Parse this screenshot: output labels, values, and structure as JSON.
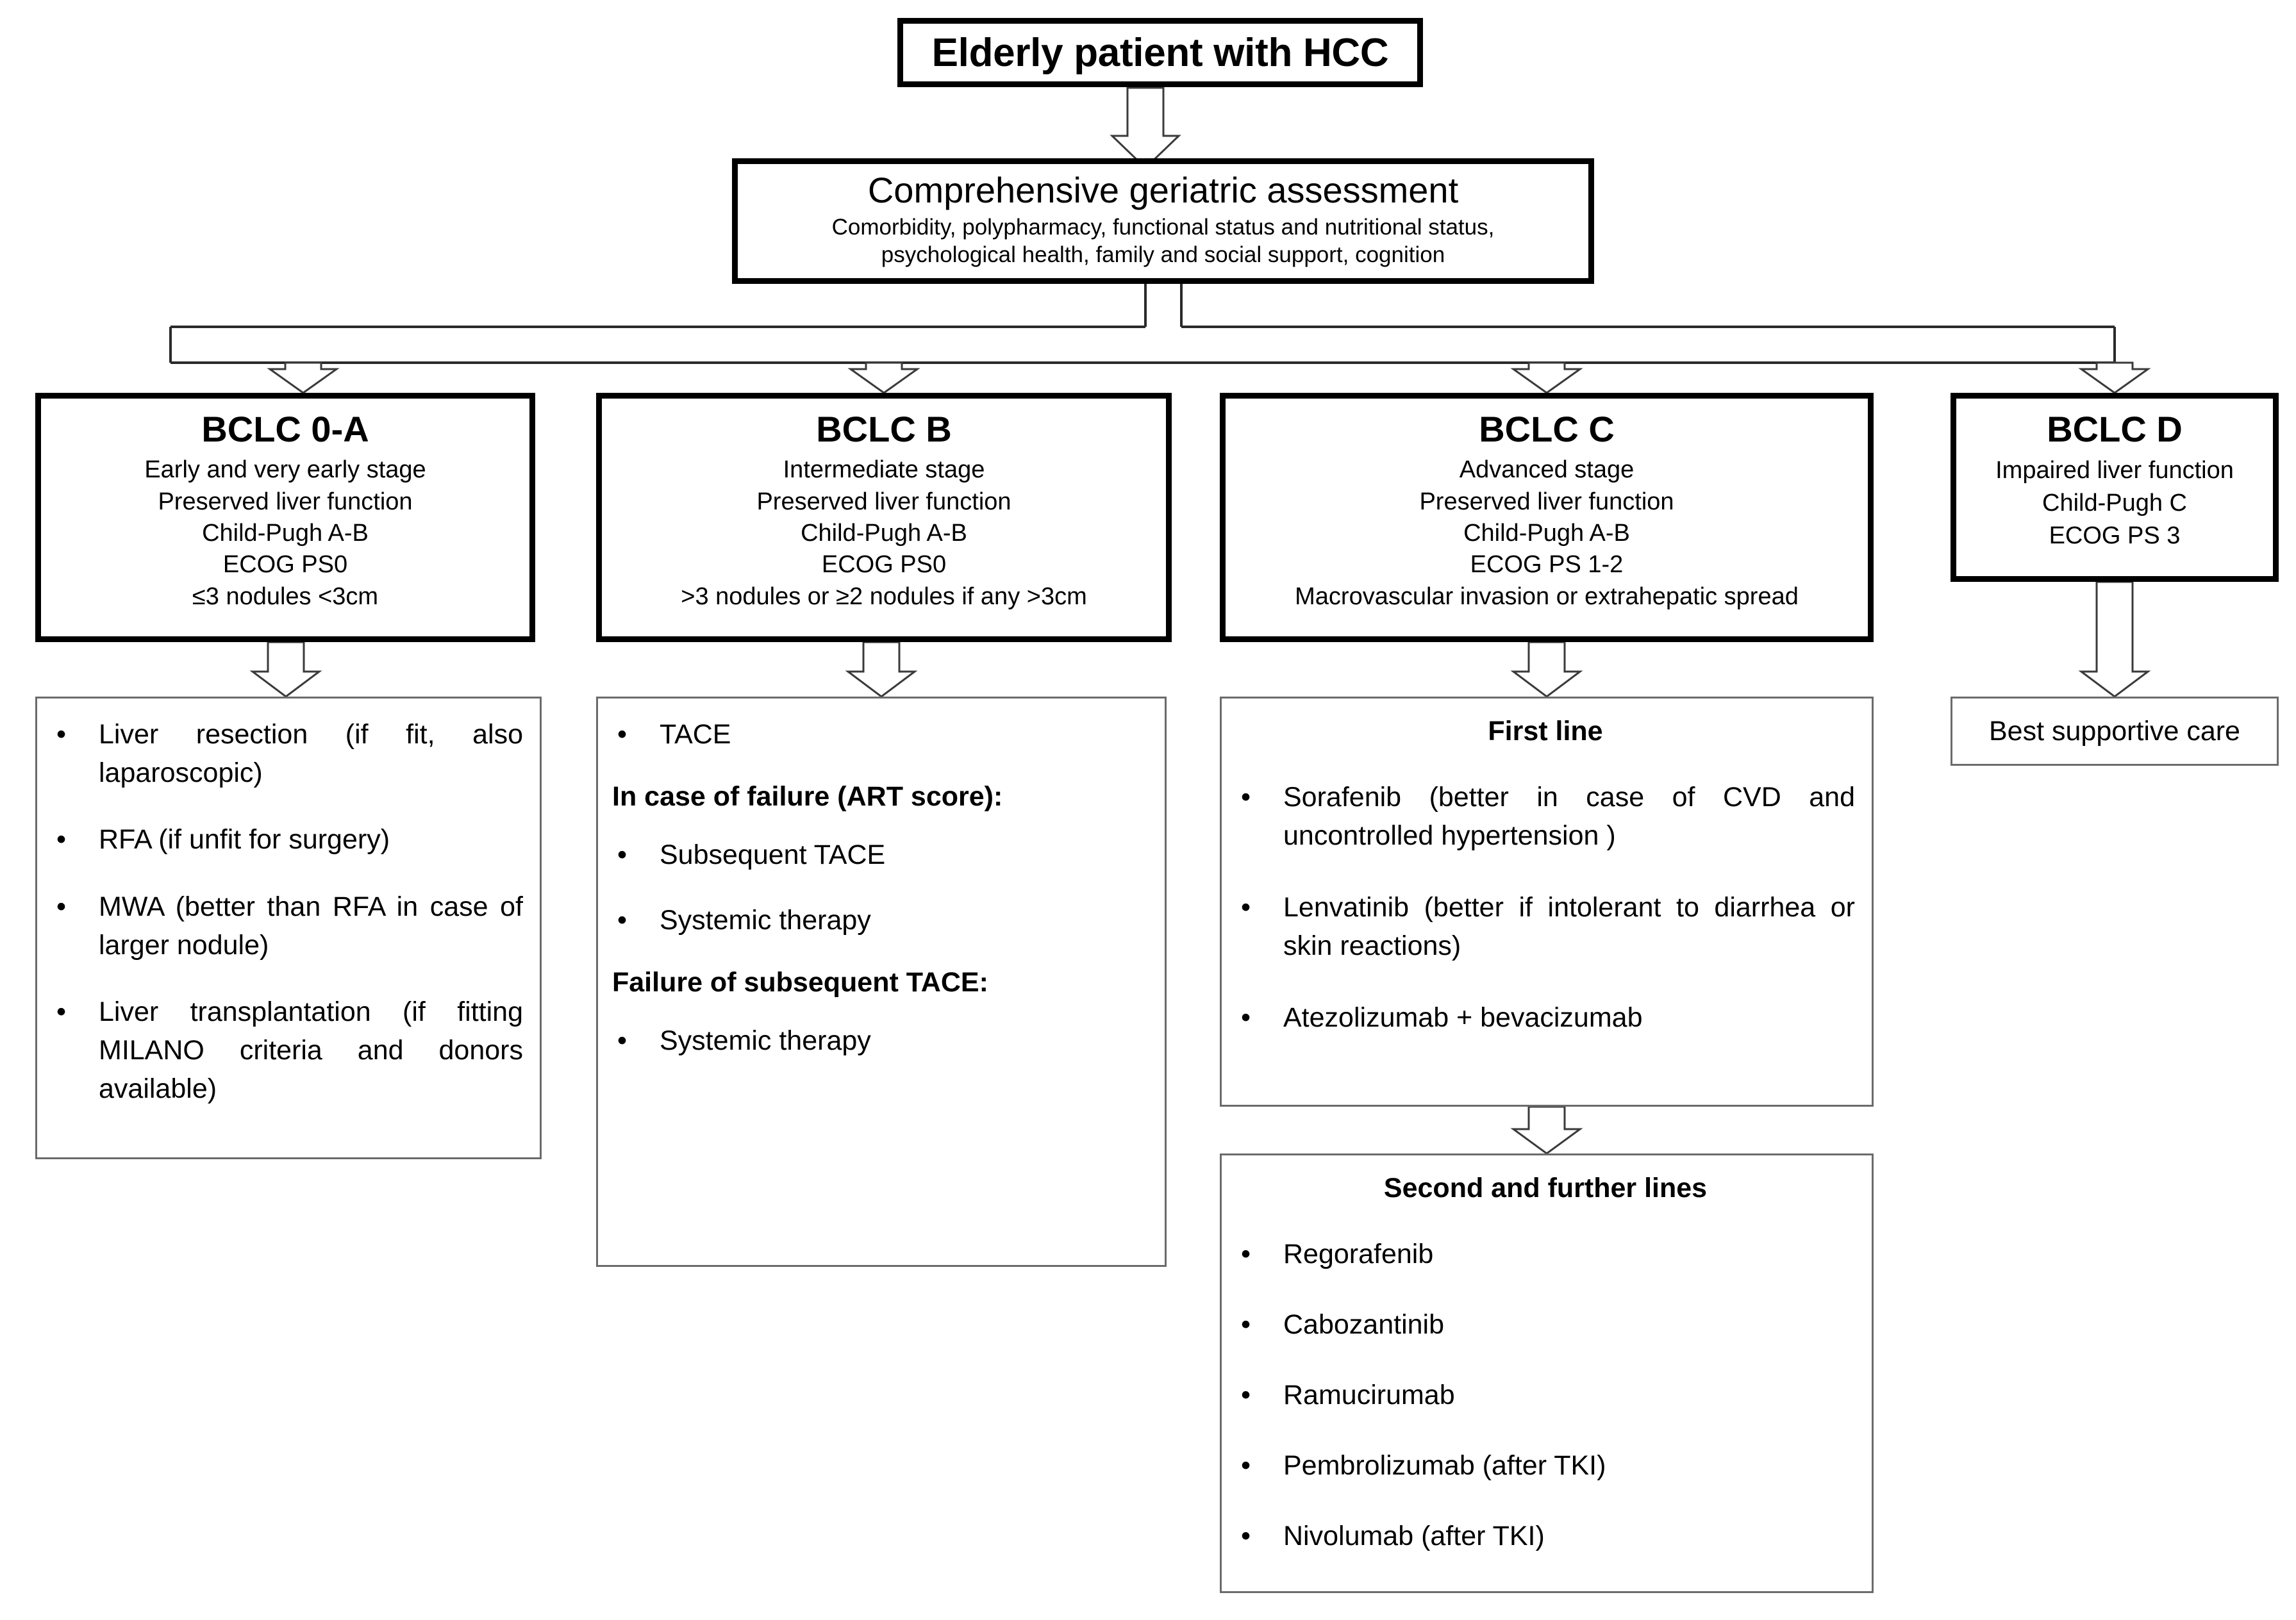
{
  "diagram": {
    "title": "Treatment algorithm for elderly patient with HCC",
    "root": {
      "label": "Elderly patient with HCC"
    },
    "assessment": {
      "heading": "Comprehensive geriatric assessment",
      "line1": "Comorbidity, polypharmacy, functional status and nutritional status,",
      "line2": "psychological health, family and social support, cognition"
    },
    "stages": [
      {
        "id": "bclc-0-a",
        "title": "BCLC 0-A",
        "lines": [
          "Early and very early stage",
          "Preserved liver function",
          "Child-Pugh A-B",
          "ECOG PS0",
          "≤3 nodules <3cm"
        ]
      },
      {
        "id": "bclc-b",
        "title": "BCLC B",
        "lines": [
          "Intermediate stage",
          "Preserved liver function",
          "Child-Pugh A-B",
          "ECOG PS0",
          ">3 nodules or  ≥2 nodules if any >3cm"
        ]
      },
      {
        "id": "bclc-c",
        "title": "BCLC C",
        "lines": [
          "Advanced stage",
          "Preserved liver function",
          "Child-Pugh A-B",
          "ECOG PS 1-2",
          "Macrovascular invasion or extrahepatic spread"
        ]
      },
      {
        "id": "bclc-d",
        "title": "BCLC D",
        "lines": [
          "Impaired liver function",
          "Child-Pugh C",
          "ECOG PS 3"
        ]
      }
    ],
    "treatments": {
      "bclc_0_a": {
        "items": [
          "Liver resection (if fit, also laparoscopic)",
          "RFA (if unfit for surgery)",
          "MWA (better than RFA in case of larger nodule)",
          "Liver transplantation (if fitting MILANO criteria and donors available)"
        ]
      },
      "bclc_b": {
        "item_first": "TACE",
        "heading_failure": "In case of failure (ART score):",
        "items_failure": [
          "Subsequent TACE",
          "Systemic therapy"
        ],
        "heading_subsequent": "Failure of subsequent TACE:",
        "items_subsequent": [
          "Systemic therapy"
        ]
      },
      "bclc_c_first": {
        "heading": "First line",
        "items": [
          "Sorafenib (better in case of CVD and uncontrolled hypertension )",
          "Lenvatinib (better if intolerant to diarrhea or skin reactions)",
          "Atezolizumab + bevacizumab"
        ]
      },
      "bclc_c_second": {
        "heading": "Second and further lines",
        "items": [
          "Regorafenib",
          "Cabozantinib",
          "Ramucirumab",
          "Pembrolizumab (after TKI)",
          "Nivolumab (after TKI)"
        ]
      },
      "bclc_d": {
        "label": "Best supportive care"
      }
    },
    "bullet_glyph": "•",
    "colors": {
      "background": "#ffffff",
      "text": "#000000",
      "thick_border": "#000000",
      "thin_border": "#6b6b6b",
      "connector": "#2a2a2a"
    }
  }
}
